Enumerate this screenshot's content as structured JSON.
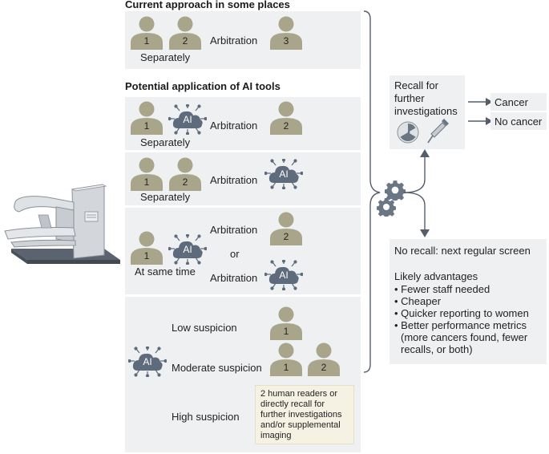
{
  "current": {
    "heading": "Current approach in some places",
    "r1": "1",
    "r2": "2",
    "r3": "3",
    "arbitration": "Arbitration",
    "separately": "Separately"
  },
  "potential": {
    "heading": "Potential application of AI tools",
    "row1": {
      "r1": "1",
      "r2": "2",
      "arbitration": "Arbitration",
      "separately": "Separately"
    },
    "row2": {
      "r1": "1",
      "r2": "2",
      "arbitration": "Arbitration",
      "separately": "Separately"
    },
    "row3": {
      "r1": "1",
      "r2": "2",
      "arbitration_top": "Arbitration",
      "or": "or",
      "arbitration_bottom": "Arbitration",
      "same_time": "At same time"
    },
    "row4": {
      "low": "Low suspicion",
      "moderate": "Moderate suspicion",
      "high": "High suspicion",
      "r1a": "1",
      "r1b": "1",
      "r2": "2",
      "note": "2 human readers or directly recall for further investigations and/or supplemental imaging"
    }
  },
  "ai_label": "AI",
  "recall": {
    "text": "Recall for further investigations",
    "cancer": "Cancer",
    "no_cancer": "No cancer"
  },
  "no_recall": {
    "title": "No recall: next regular screen",
    "advantages_title": "Likely advantages",
    "advantages": [
      "• Fewer staff needed",
      "• Cheaper",
      "• Quicker reporting to women",
      "• Better performance metrics",
      "(more cancers found, fewer",
      "recalls, or both)"
    ]
  },
  "colors": {
    "person": "#a9a58b",
    "ai_cloud": "#5e6b7d",
    "panel": "#eef0f1",
    "gear": "#6b7685",
    "line": "#555e6b"
  }
}
